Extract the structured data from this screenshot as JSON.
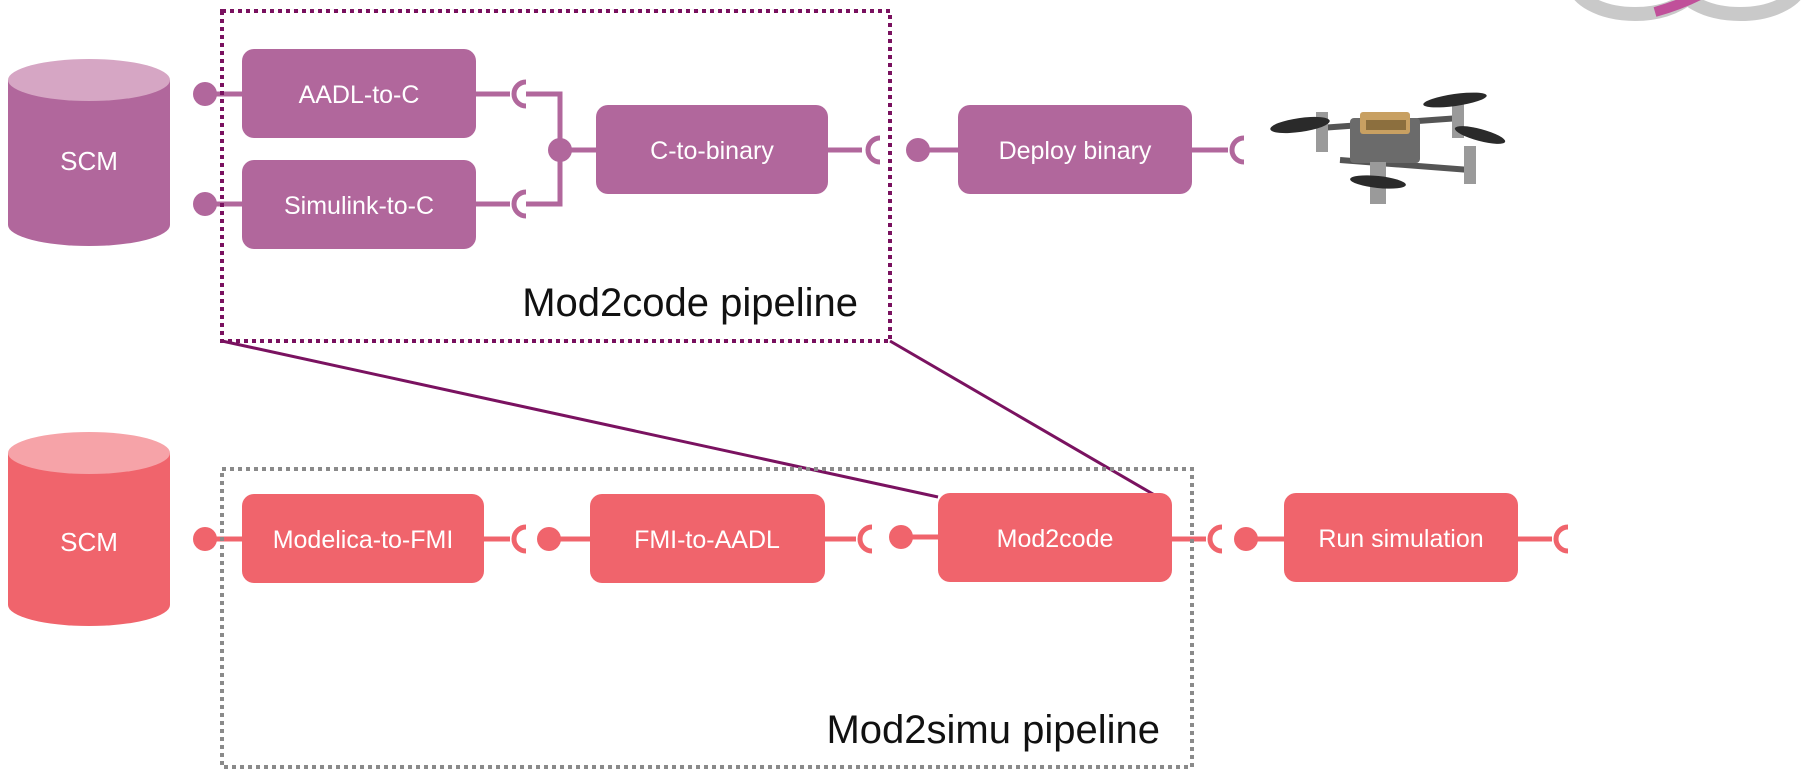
{
  "colors": {
    "purple": "#B1679C",
    "purple_light": "#D6A6C4",
    "red": "#F0646C",
    "red_light": "#F6A3A8",
    "purple_frame": "#7A1260",
    "gray_frame": "#8A8A8A"
  },
  "mod2code": {
    "pipeline_label": "Mod2code pipeline",
    "scm_label": "SCM",
    "aadl_to_c": "AADL-to-C",
    "simulink_to_c": "Simulink-to-C",
    "c_to_binary": "C-to-binary",
    "deploy_binary": "Deploy binary",
    "target_image": "quadcopter-drone-icon"
  },
  "mod2simu": {
    "pipeline_label": "Mod2simu pipeline",
    "scm_label": "SCM",
    "modelica_to_fmi": "Modelica-to-FMI",
    "fmi_to_aadl": "FMI-to-AADL",
    "mod2code": "Mod2code",
    "run_simulation": "Run simulation"
  },
  "logo": "infinity-logo-icon"
}
